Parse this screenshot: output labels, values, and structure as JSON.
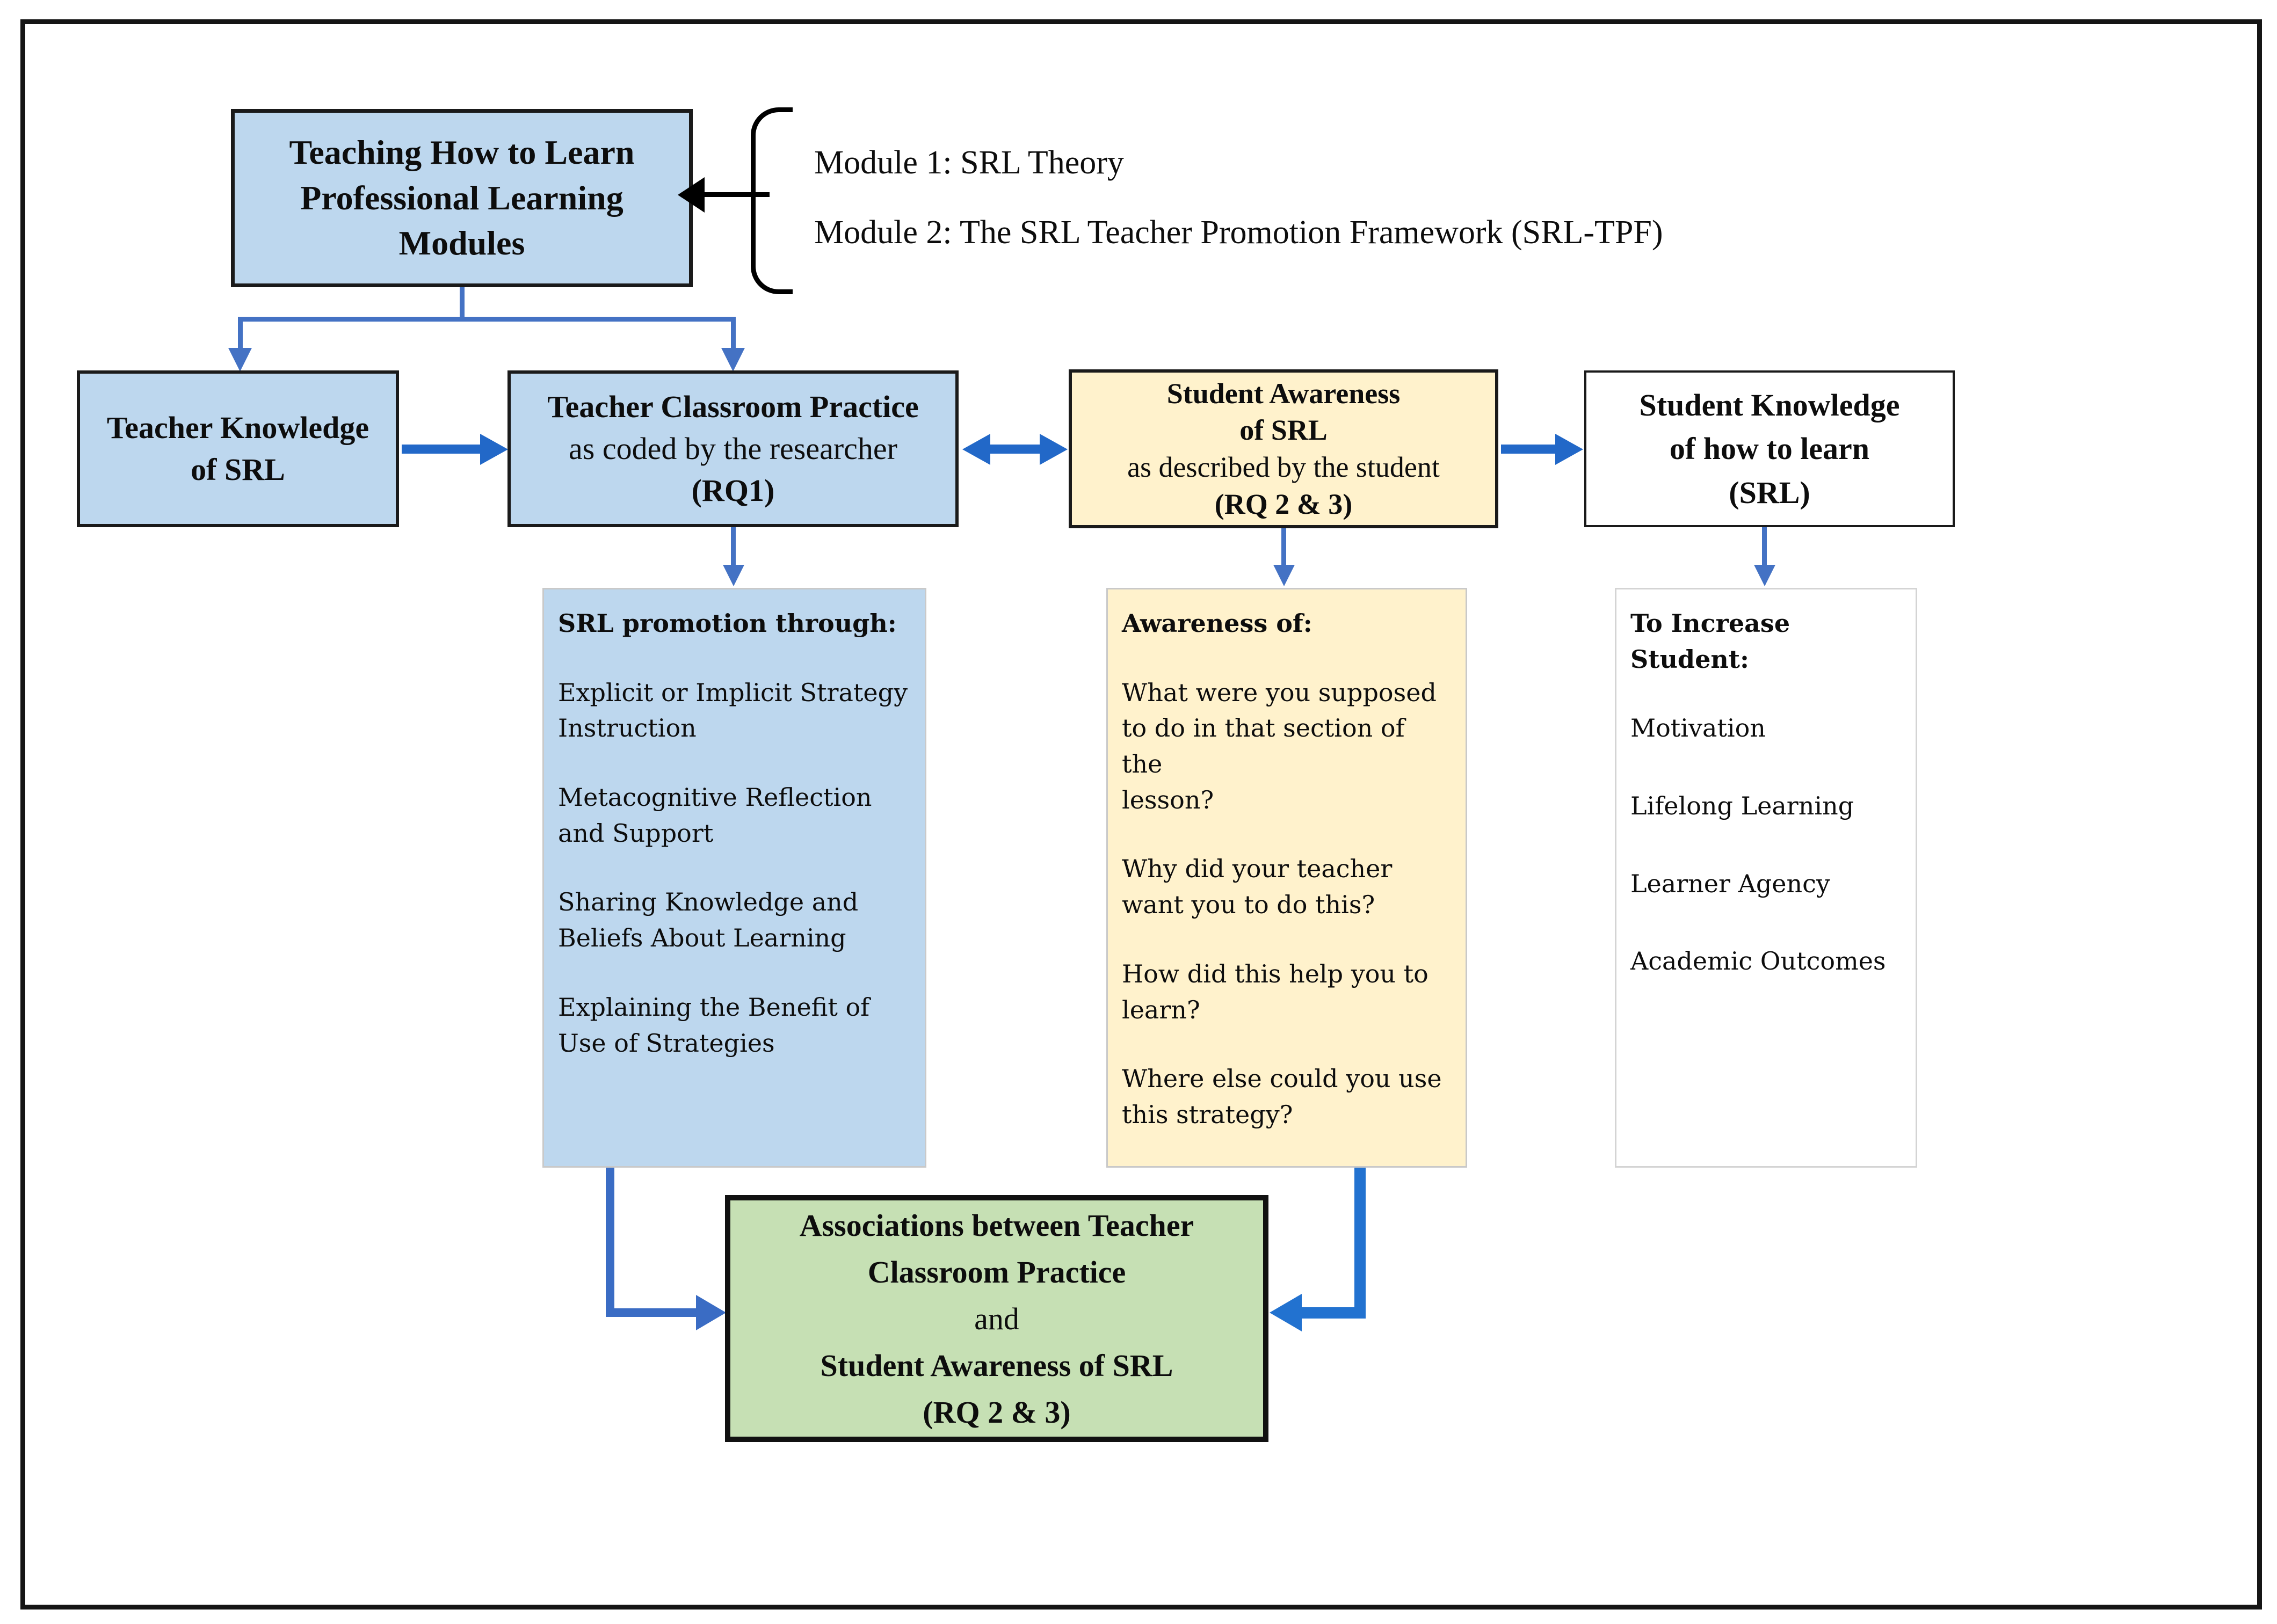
{
  "colors": {
    "box_blue": "#BDD7EE",
    "box_yellow": "#FFF2CC",
    "box_green": "#C6E0B4",
    "box_white": "#FFFFFF",
    "connector_blue": "#4472C4",
    "thick_arrow_blue": "#2268C8",
    "elbow_left_blue": "#3A6CC4",
    "elbow_right_blue": "#2272D0",
    "border_black": "#151515"
  },
  "top_box": {
    "line1": "Teaching How to Learn",
    "line2": "Professional Learning",
    "line3": "Modules"
  },
  "modules": {
    "module1": "Module 1: SRL Theory",
    "module2": "Module 2: The SRL Teacher Promotion Framework (SRL-TPF)"
  },
  "row2": {
    "teacher_knowledge": {
      "line1": "Teacher Knowledge",
      "line2": "of SRL"
    },
    "teacher_practice": {
      "line1": "Teacher Classroom Practice",
      "line2": "as coded by the researcher",
      "line3": "(RQ1)"
    },
    "student_awareness": {
      "line1": "Student Awareness",
      "line2": "of SRL",
      "line3": "as described by the student",
      "line4": "(RQ 2 & 3)"
    },
    "student_knowledge": {
      "line1": "Student Knowledge",
      "line2": "of how to learn",
      "line3": "(SRL)"
    }
  },
  "srl_promotion": {
    "heading": "SRL promotion through:",
    "items": [
      "Explicit or Implicit Strategy\nInstruction",
      "Metacognitive Reflection\nand Support",
      "Sharing Knowledge and\nBeliefs About Learning",
      "Explaining the Benefit of\nUse of Strategies"
    ]
  },
  "awareness": {
    "heading": "Awareness of:",
    "items": [
      "What were you supposed\nto do in that section of the\nlesson?",
      "Why did your teacher\nwant you to do this?",
      "How did this help you to\nlearn?",
      "Where else could you use\nthis strategy?"
    ]
  },
  "increase": {
    "heading": "To Increase Student:",
    "items": [
      "Motivation",
      "Lifelong Learning",
      "Learner Agency",
      "Academic Outcomes"
    ]
  },
  "associations": {
    "line1": "Associations between Teacher",
    "line2": "Classroom Practice",
    "line3": "and",
    "line4": "Student Awareness of SRL",
    "line5": "(RQ 2 & 3)"
  }
}
